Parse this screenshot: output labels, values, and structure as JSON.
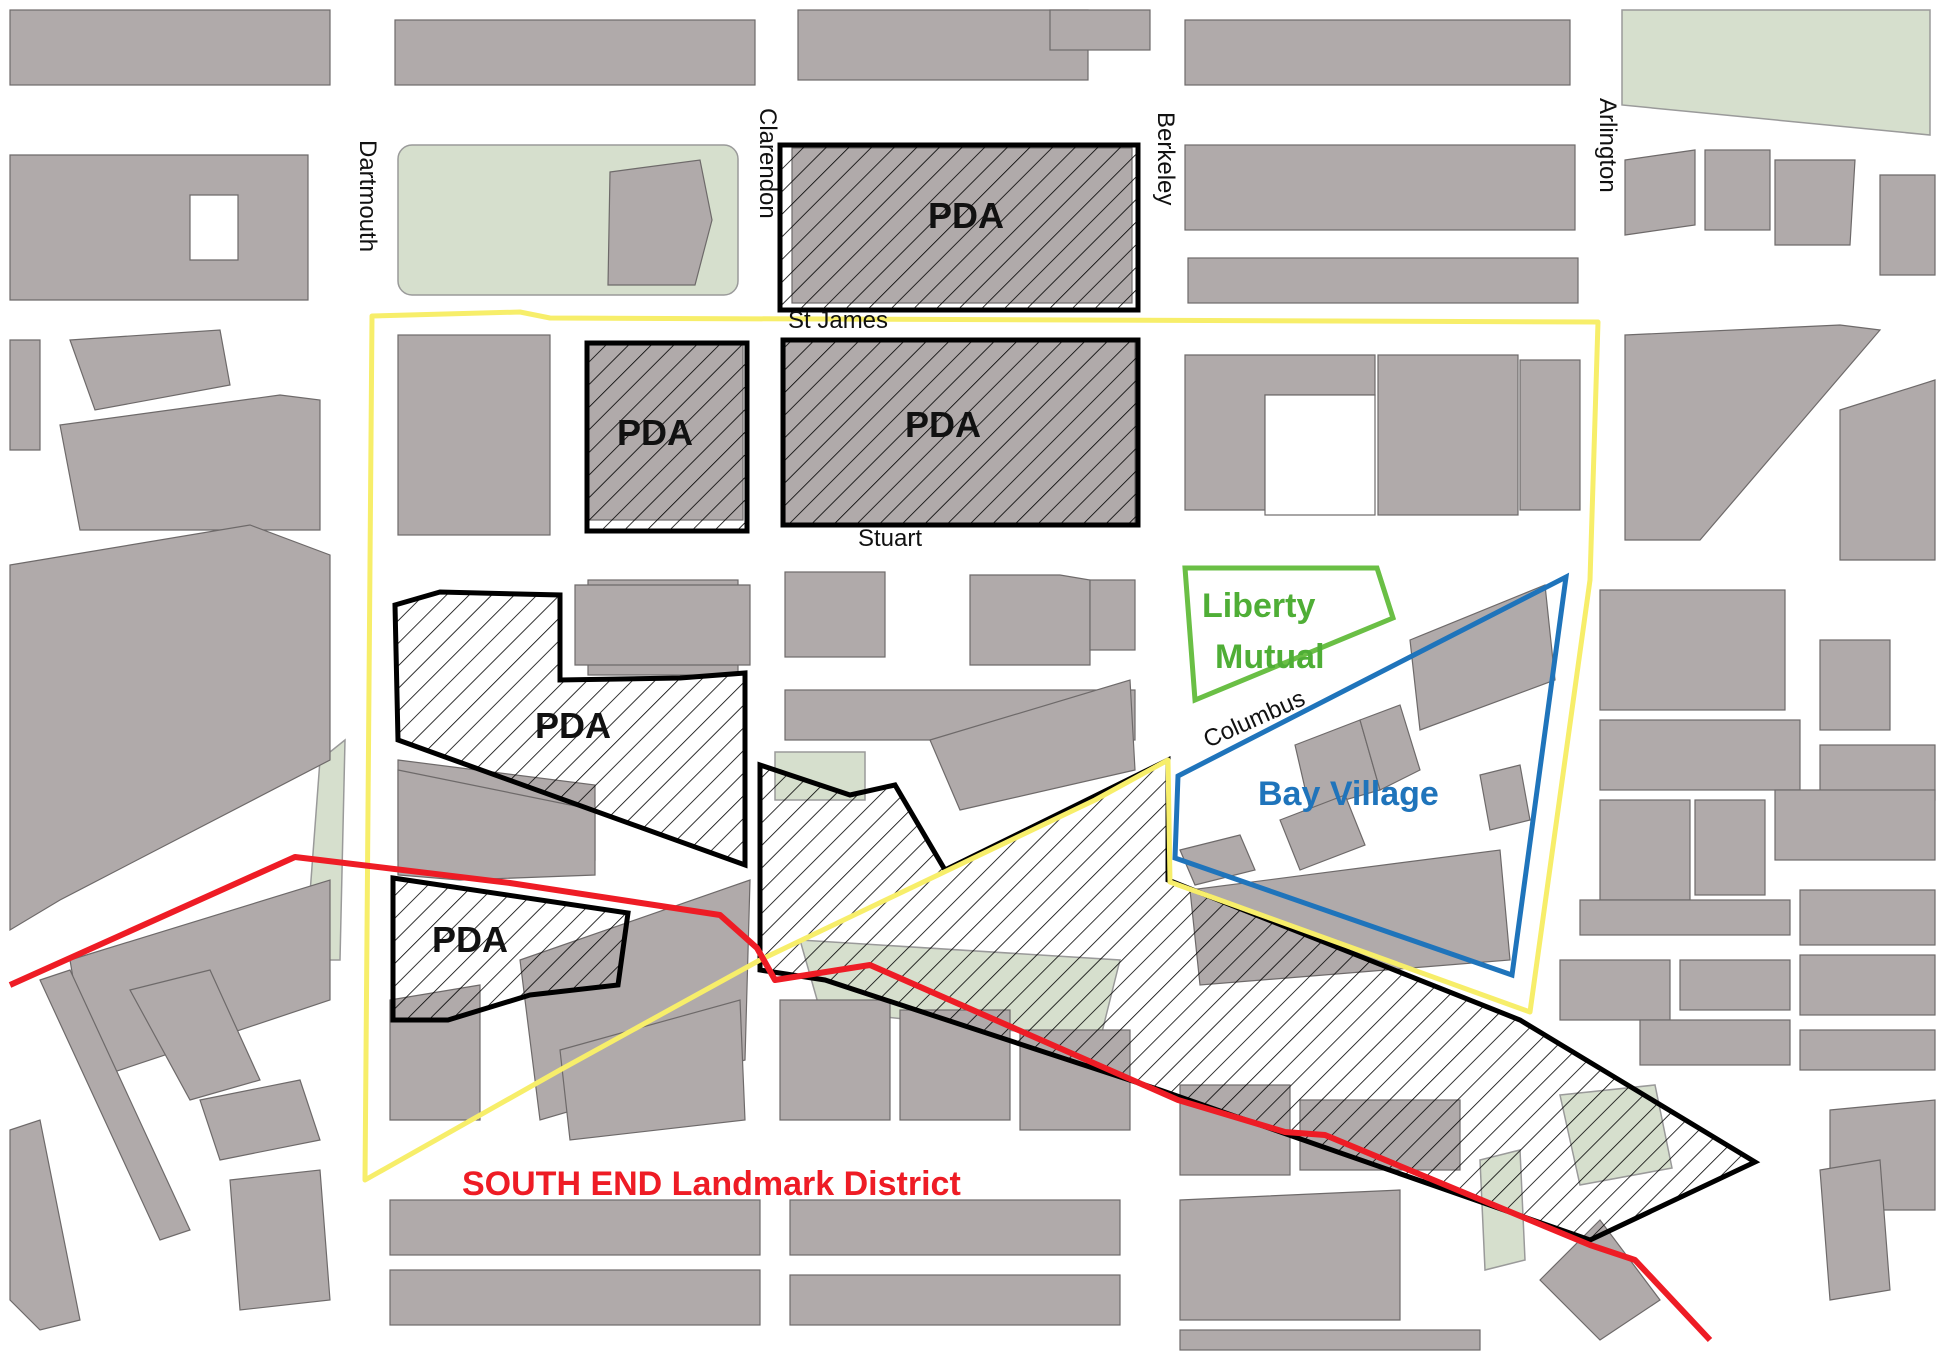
{
  "streets": {
    "dartmouth": "Dartmouth",
    "clarendon": "Clarendon",
    "berkeley": "Berkeley",
    "arlington": "Arlington",
    "st_james": "St James",
    "stuart": "Stuart",
    "columbus": "Columbus"
  },
  "areas": {
    "pda_label": "PDA",
    "liberty_mutual_line1": "Liberty",
    "liberty_mutual_line2": "Mutual",
    "bay_village": "Bay Village",
    "south_end": "SOUTH  END  Landmark District"
  },
  "colors": {
    "building": "#b0aaaa",
    "green_space": "#d6dfcd",
    "study_area": "#f7ee6a",
    "landmark_district": "#ee1c25",
    "bay_village": "#1f74bb",
    "liberty_mutual": "#6abf45",
    "pda_outline": "#000000"
  }
}
